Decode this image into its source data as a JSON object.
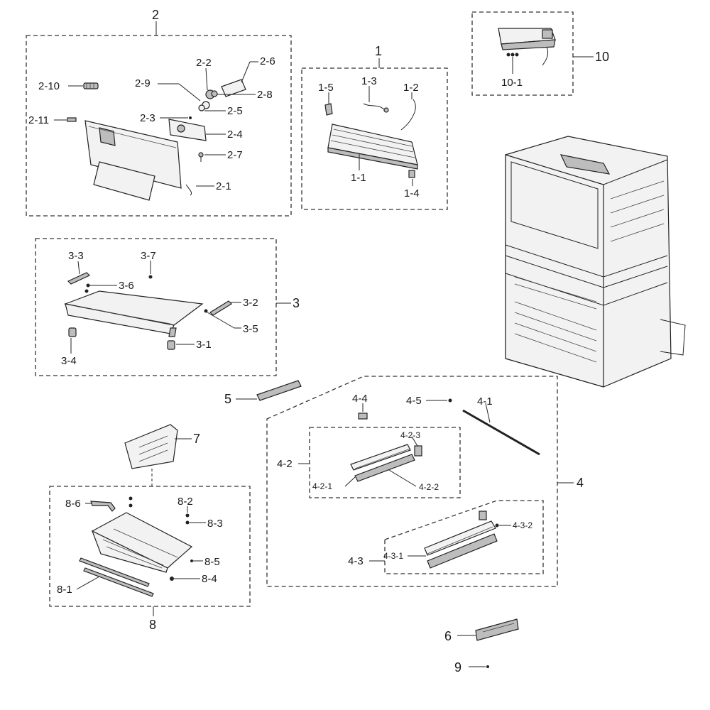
{
  "diagram": {
    "labels": {
      "l1": "1",
      "l1_1": "1-1",
      "l1_2": "1-2",
      "l1_3": "1-3",
      "l1_4": "1-4",
      "l1_5": "1-5",
      "l2": "2",
      "l2_1": "2-1",
      "l2_2": "2-2",
      "l2_3": "2-3",
      "l2_4": "2-4",
      "l2_5": "2-5",
      "l2_6": "2-6",
      "l2_7": "2-7",
      "l2_8": "2-8",
      "l2_9": "2-9",
      "l2_10": "2-10",
      "l2_11": "2-11",
      "l3": "3",
      "l3_1": "3-1",
      "l3_2": "3-2",
      "l3_3": "3-3",
      "l3_4": "3-4",
      "l3_5": "3-5",
      "l3_6": "3-6",
      "l3_7": "3-7",
      "l4": "4",
      "l4_1": "4-1",
      "l4_2": "4-2",
      "l4_2_1": "4-2-1",
      "l4_2_2": "4-2-2",
      "l4_2_3": "4-2-3",
      "l4_3": "4-3",
      "l4_3_1": "4-3-1",
      "l4_3_2": "4-3-2",
      "l4_4": "4-4",
      "l4_5": "4-5",
      "l5": "5",
      "l6": "6",
      "l7": "7",
      "l8": "8",
      "l8_1": "8-1",
      "l8_2": "8-2",
      "l8_3": "8-3",
      "l8_4": "8-4",
      "l8_5": "8-5",
      "l8_6": "8-6",
      "l9": "9",
      "l10": "10",
      "l10_1": "10-1"
    }
  }
}
